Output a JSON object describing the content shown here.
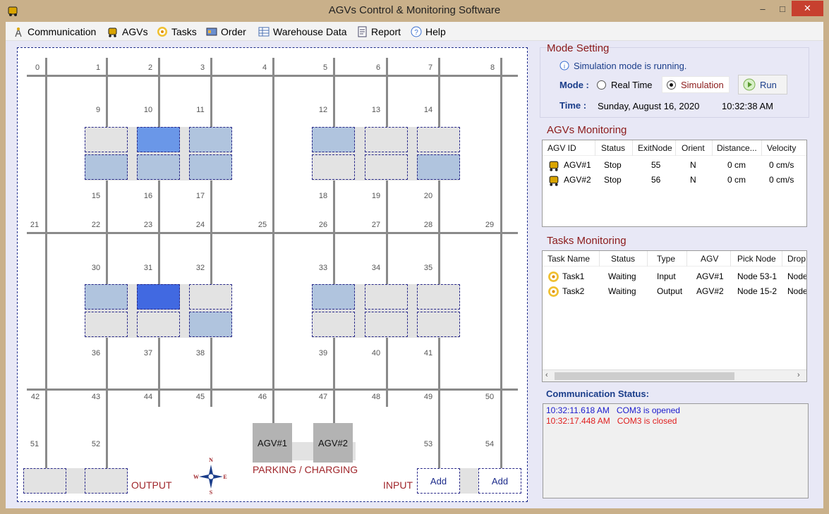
{
  "window": {
    "title": "AGVs Control & Monitoring Software",
    "minimize": "‒",
    "maximize": "□",
    "close": "✕"
  },
  "menu": [
    {
      "label": "Communication",
      "icon": "antenna-icon"
    },
    {
      "label": "AGVs",
      "icon": "agv-icon"
    },
    {
      "label": "Tasks",
      "icon": "target-icon"
    },
    {
      "label": "Order",
      "icon": "order-icon"
    },
    {
      "label": "Warehouse Data",
      "icon": "table-icon"
    },
    {
      "label": "Report",
      "icon": "report-icon"
    },
    {
      "label": "Help",
      "icon": "help-icon"
    }
  ],
  "map": {
    "nodes": [
      "0",
      "1",
      "2",
      "3",
      "4",
      "5",
      "6",
      "7",
      "8",
      "9",
      "10",
      "11",
      "12",
      "13",
      "14",
      "15",
      "16",
      "17",
      "18",
      "19",
      "20",
      "21",
      "22",
      "23",
      "24",
      "25",
      "26",
      "27",
      "28",
      "29",
      "30",
      "31",
      "32",
      "33",
      "34",
      "35",
      "36",
      "37",
      "38",
      "39",
      "40",
      "41",
      "42",
      "43",
      "44",
      "45",
      "46",
      "47",
      "48",
      "49",
      "50",
      "51",
      "52",
      "53",
      "54"
    ],
    "agvs": [
      "AGV#1",
      "AGV#2"
    ],
    "parking_label": "PARKING / CHARGING",
    "output_label": "OUTPUT",
    "input_label": "INPUT",
    "add_label": "Add",
    "compass": {
      "n": "N",
      "s": "S",
      "e": "E",
      "w": "W"
    }
  },
  "mode_setting": {
    "title": "Mode Setting",
    "info": "Simulation mode is running.",
    "mode_label": "Mode :",
    "options": [
      "Real Time",
      "Simulation"
    ],
    "selected": "Simulation",
    "run_label": "Run",
    "time_label": "Time :",
    "date": "Sunday, August 16, 2020",
    "time": "10:32:38 AM"
  },
  "agvs_monitoring": {
    "title": "AGVs Monitoring",
    "columns": [
      "AGV ID",
      "Status",
      "ExitNode",
      "Orient",
      "Distance...",
      "Velocity"
    ],
    "rows": [
      [
        "AGV#1",
        "Stop",
        "55",
        "N",
        "0 cm",
        "0 cm/s"
      ],
      [
        "AGV#2",
        "Stop",
        "56",
        "N",
        "0 cm",
        "0 cm/s"
      ]
    ]
  },
  "tasks_monitoring": {
    "title": "Tasks Monitoring",
    "columns": [
      "Task Name",
      "Status",
      "Type",
      "AGV",
      "Pick Node",
      "Drop"
    ],
    "rows": [
      [
        "Task1",
        "Waiting",
        "Input",
        "AGV#1",
        "Node 53-1",
        "Node"
      ],
      [
        "Task2",
        "Waiting",
        "Output",
        "AGV#2",
        "Node 15-2",
        "Node"
      ]
    ]
  },
  "communication": {
    "title": "Communication Status:",
    "lines": [
      {
        "time": "10:32:11.618 AM",
        "text": "COM3 is opened",
        "color": "#1a1acd"
      },
      {
        "time": "10:32:17.448 AM",
        "text": "COM3 is closed",
        "color": "#e02020"
      }
    ]
  },
  "colors": {
    "title_red": "#8b1a1a",
    "shelf_empty": "#e3e3e3",
    "shelf_light": "#b0c4de",
    "shelf_mid": "#6a97e8",
    "shelf_dark": "#4169e1"
  }
}
